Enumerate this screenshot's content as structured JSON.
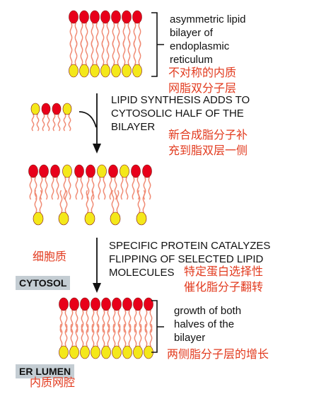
{
  "top_note": {
    "en": "asymmetric lipid\nbilayer of\nendoplasmic\nreticulum",
    "zh": "不对称的内质\n网脂双分子层"
  },
  "step1": {
    "en": "LIPID SYNTHESIS ADDS TO\nCYTOSOLIC HALF OF THE\nBILAYER",
    "zh": "新合成脂分子补\n充到脂双层一侧"
  },
  "step2": {
    "en": "SPECIFIC PROTEIN CATALYZES\nFLIPPING OF SELECTED LIPID\nMOLECULES",
    "zh": "特定蛋白选择性\n催化脂分子翻转"
  },
  "bottom_note": {
    "en": "growth of both\nhalves of the\nbilayer",
    "zh": "两侧脂分子层的增长"
  },
  "labels": {
    "cytosol": "CYTOSOL",
    "cytosol_zh": "细胞质",
    "er_lumen": "ER LUMEN",
    "er_lumen_zh": "内质网腔"
  },
  "colors": {
    "red_head": "#e8001a",
    "yellow_head": "#f4e81a",
    "tail": "#f08a73",
    "zh_text": "#e23a1e",
    "badge_bg": "#c4cdd3"
  }
}
